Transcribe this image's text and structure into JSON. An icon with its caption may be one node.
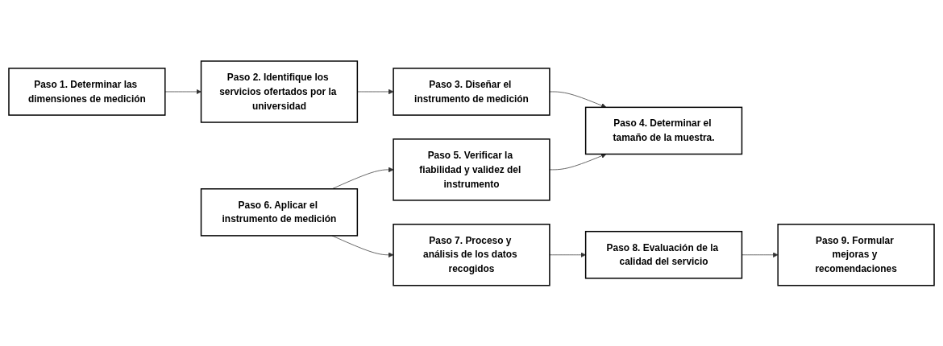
{
  "diagram": {
    "nodes": [
      {
        "text": [
          "Paso 1. Determinar las dimensiones de medición"
        ]
      },
      {
        "text": [
          "Paso 2. Identifique los servicios ofertados por la universidad"
        ]
      },
      {
        "text": [
          "Paso 3. Diseñar el instrumento de medición"
        ]
      },
      {
        "text": [
          "Paso 6. Aplicar el instrumento de medición"
        ]
      },
      {
        "text": [
          "Paso 5. Verificar la fiabilidad y validez del instrumento"
        ]
      },
      {
        "text": [
          "Paso 4. Determinar el tamaño de la muestra."
        ]
      },
      {
        "text": [
          "Paso 7. Proceso y análisis de los datos recogidos"
        ]
      },
      {
        "text": [
          "Paso 8. Evaluación de la calidad del servicio"
        ]
      },
      {
        "text": [
          "Paso 9. Formular mejoras y recomendaciones"
        ]
      }
    ],
    "edges": [
      {
        "from": 0,
        "to": 1,
        "arrow": "to"
      },
      {
        "from": 1,
        "to": 2,
        "arrow": "to"
      },
      {
        "from": 2,
        "to": 5,
        "arrow": "to"
      },
      {
        "from": 3,
        "to": 4,
        "arrow": "to"
      },
      {
        "from": 4,
        "to": 5,
        "arrow": "to"
      },
      {
        "from": 3,
        "to": 6,
        "arrow": "to"
      },
      {
        "from": 6,
        "to": 7,
        "arrow": "to"
      },
      {
        "from": 7,
        "to": 8,
        "arrow": "to"
      }
    ]
  }
}
